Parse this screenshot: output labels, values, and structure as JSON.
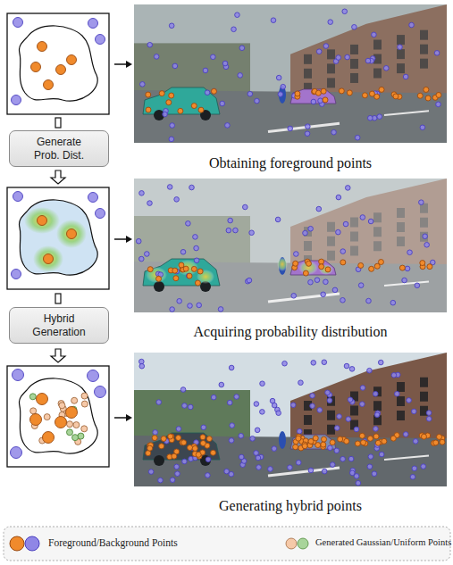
{
  "diagram": {
    "nodes": [
      {
        "text": [
          "Obtaining foreground points"
        ]
      },
      {
        "text": [
          "Generate Prob. Dist."
        ]
      },
      {
        "text": [
          "Acquiring probability distribution"
        ]
      },
      {
        "text": [
          "Hybrid Generation"
        ]
      },
      {
        "text": [
          "Generating hybrid points"
        ]
      }
    ],
    "legend": [
      {
        "text": "Foreground/Background Points"
      },
      {
        "text": "Generated Gaussian/Uniform Points"
      }
    ]
  }
}
